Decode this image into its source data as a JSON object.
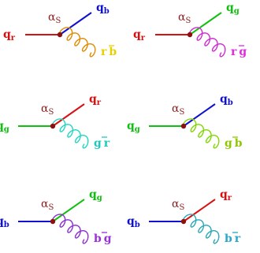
{
  "colors": {
    "r": "#d81010",
    "g": "#10c010",
    "b": "#1010d0",
    "vertex": "#8b1010",
    "alpha": "#8b1a1a",
    "gluon_1": "#e08a00",
    "gluon_2": "#d02ad0",
    "gluon_3": "#20d8c0",
    "gluon_4": "#80d800",
    "gluon_5": "#8a30d0",
    "gluon_6": "#2aa8b8"
  },
  "coupling": {
    "symbol": "α",
    "subscript": "S"
  },
  "quark_letter": "q",
  "vertices": [
    {
      "in": "r",
      "out": "b",
      "gluon_color": "r",
      "gluon_anti": "b",
      "gluon_label_color": "#e8d000"
    },
    {
      "in": "r",
      "out": "g",
      "gluon_color": "r",
      "gluon_anti": "g",
      "gluon_label_color": "#e02ae0"
    },
    {
      "in": "g",
      "out": "r",
      "gluon_color": "g",
      "gluon_anti": "r",
      "gluon_label_color": "#20c8c0"
    },
    {
      "in": "g",
      "out": "b",
      "gluon_color": "g",
      "gluon_anti": "b",
      "gluon_label_color": "#90c800"
    },
    {
      "in": "b",
      "out": "g",
      "gluon_color": "b",
      "gluon_anti": "g",
      "gluon_label_color": "#9a30d8"
    },
    {
      "in": "b",
      "out": "r",
      "gluon_color": "b",
      "gluon_anti": "r",
      "gluon_label_color": "#2aa8c8"
    }
  ]
}
